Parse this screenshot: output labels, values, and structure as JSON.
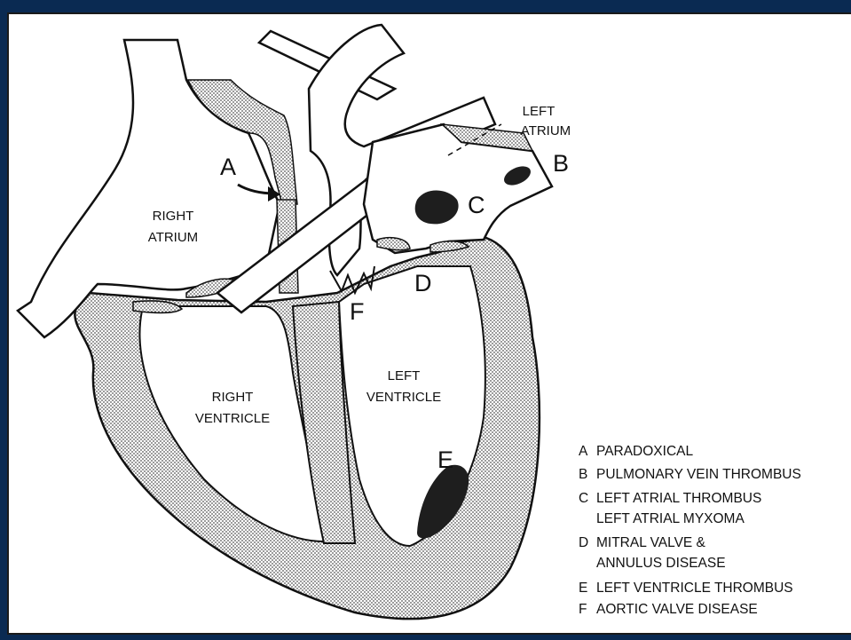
{
  "labels": {
    "right_atrium_1": "RIGHT",
    "right_atrium_2": "ATRIUM",
    "left_atrium_1": "LEFT",
    "left_atrium_2": "ATRIUM",
    "right_ventricle_1": "RIGHT",
    "right_ventricle_2": "VENTRICLE",
    "left_ventricle_1": "LEFT",
    "left_ventricle_2": "VENTRICLE"
  },
  "markers": {
    "a": "A",
    "b": "B",
    "c": "C",
    "d": "D",
    "e": "E",
    "f": "F"
  },
  "legend": [
    {
      "letter": "A",
      "lines": [
        "PARADOXICAL"
      ]
    },
    {
      "letter": "B",
      "lines": [
        "PULMONARY VEIN THROMBUS"
      ]
    },
    {
      "letter": "C",
      "lines": [
        "LEFT ATRIAL THROMBUS",
        "LEFT ATRIAL MYXOMA"
      ]
    },
    {
      "letter": "D",
      "lines": [
        "MITRAL VALVE &",
        "ANNULUS DISEASE"
      ]
    },
    {
      "letter": "E",
      "lines": [
        "LEFT VENTRICLE THROMBUS"
      ]
    },
    {
      "letter": "F",
      "lines": [
        "AORTIC VALVE DISEASE"
      ]
    }
  ],
  "colors": {
    "frame": "#0a2a52",
    "ink": "#111111",
    "muscle": "#c9c9c9",
    "thrombus": "#1e1e1e"
  }
}
